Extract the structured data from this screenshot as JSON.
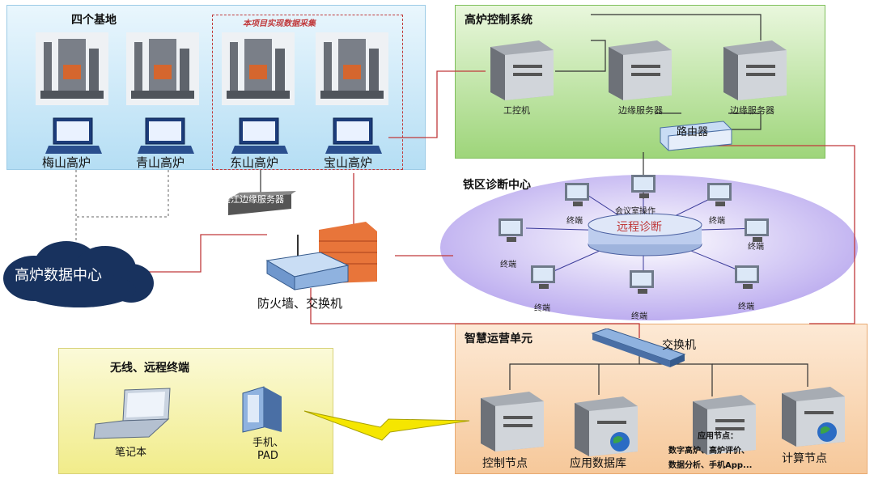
{
  "panels": {
    "four_bases": {
      "title": "四个基地",
      "project_note": "本项目实现数据采集",
      "furnaces": [
        "梅山高炉",
        "青山高炉",
        "东山高炉",
        "宝山高炉"
      ]
    },
    "furnace_control": {
      "title": "高炉控制系统",
      "ipc_label": "工控机",
      "edge_server_1_label": "边缘服务器",
      "edge_server_2_label": "边缘服务器",
      "router_label": "路由器"
    },
    "diagnosis_center": {
      "title": "铁区诊断中心",
      "center_label": "远程诊断",
      "meeting_label": "会议室操作",
      "terminal_label": "终端"
    },
    "smart_ops": {
      "title": "智慧运营单元",
      "switch_label": "交换机",
      "control_node": "控制节点",
      "app_db": "应用数据库",
      "app_node_title": "应用节点：",
      "app_node_line1": "数字高炉、高炉评价、",
      "app_node_line2": "数据分析、手机App...",
      "compute_node": "计算节点"
    },
    "wireless": {
      "title": "无线、远程终端",
      "laptop_label": "笔记本",
      "phone_label_1": "手机、",
      "phone_label_2": "PAD"
    }
  },
  "misc": {
    "edge_server_label": "湛江边缘服务器",
    "datacenter_label": "高炉数据中心",
    "firewall_label": "防火墙、交换机"
  },
  "colors": {
    "blue_panel": "#bfe6f7",
    "green_panel": "#9ed57a",
    "orange_panel": "#f6c89a",
    "yellow_panel": "#f6f3a8",
    "ellipse": "#c7b8f0",
    "link_line": "#c0393b",
    "cloud": "#18325e"
  }
}
